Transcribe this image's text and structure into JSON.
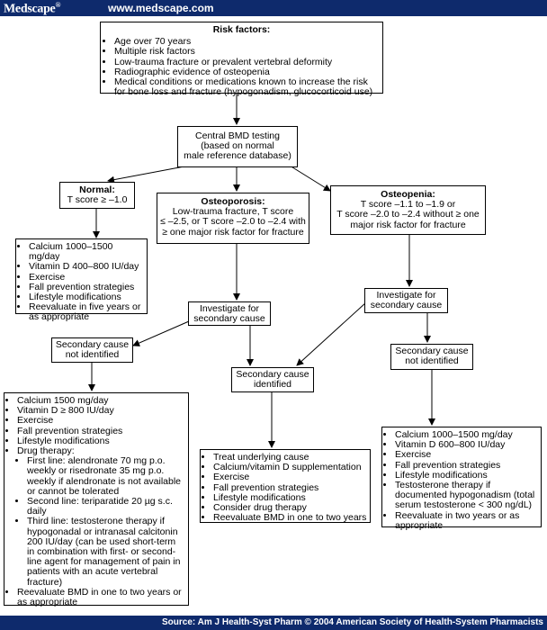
{
  "header": {
    "logo": "Medscape",
    "logo_mark": "®",
    "url": "www.medscape.com"
  },
  "footer": {
    "source": "Source: Am J Health-Syst Pharm © 2004 American Society of Health-System Pharmacists"
  },
  "risk": {
    "title": "Risk factors:",
    "items": [
      "Age over 70 years",
      "Multiple risk factors",
      "Low-trauma fracture or prevalent vertebral deformity",
      "Radiographic evidence of osteopenia",
      "Medical conditions or medications known to increase the risk for bone loss and fracture (hypogonadism, glucocorticoid use)"
    ]
  },
  "central": {
    "l1": "Central BMD testing",
    "l2": "(based on normal",
    "l3": "male reference database)"
  },
  "normal": {
    "title": "Normal:",
    "l1": "T score ≥ –1.0"
  },
  "osteoporosis": {
    "title": "Osteoporosis:",
    "l1": "Low-trauma fracture, T score",
    "l2": "≤ –2.5, or T score –2.0 to –2.4 with",
    "l3": "≥ one major risk factor for fracture"
  },
  "osteopenia": {
    "title": "Osteopenia:",
    "l1": "T score –1.1 to –1.9 or",
    "l2": "T score –2.0 to –2.4 without ≥ one",
    "l3": "major risk factor for fracture"
  },
  "normal_mgmt": {
    "items": [
      "Calcium 1000–1500 mg/day",
      "Vitamin D 400–800 IU/day",
      "Exercise",
      "Fall prevention strategies",
      "Lifestyle modifications",
      "Reevaluate in five years or as appropriate"
    ]
  },
  "investigate_mid": {
    "l1": "Investigate for",
    "l2": "secondary cause"
  },
  "investigate_right": {
    "l1": "Investigate for",
    "l2": "secondary cause"
  },
  "sec_not_left": {
    "l1": "Secondary cause",
    "l2": "not identified"
  },
  "sec_identified": {
    "l1": "Secondary cause",
    "l2": "identified"
  },
  "sec_not_right": {
    "l1": "Secondary cause",
    "l2": "not identified"
  },
  "left_mgmt": {
    "items": [
      "Calcium 1500 mg/day",
      "Vitamin D ≥ 800 IU/day",
      "Exercise",
      "Fall prevention strategies",
      "Lifestyle modifications",
      "Drug therapy:"
    ],
    "drug": [
      "First line: alendronate 70 mg p.o. weekly or risedronate 35 mg p.o. weekly if alendronate is not available or cannot be tolerated",
      "Second line: teriparatide 20 µg s.c. daily",
      "Third line: testosterone therapy if hypogonadal or intranasal calcitonin 200 IU/day (can be used short-term in combination with first- or second-line agent for management of pain in patients with an acute vertebral fracture)"
    ],
    "last": "Reevaluate BMD in one to two years or as appropriate"
  },
  "mid_mgmt": {
    "items": [
      "Treat underlying cause",
      "Calcium/vitamin D supplementation",
      "Exercise",
      "Fall prevention strategies",
      "Lifestyle modifications",
      "Consider drug therapy",
      "Reevaluate BMD in one to two years"
    ]
  },
  "right_mgmt": {
    "items": [
      "Calcium 1000–1500 mg/day",
      "Vitamin D 600–800 IU/day",
      "Exercise",
      "Fall prevention strategies",
      "Lifestyle modifications",
      "Testosterone therapy if documented hypogonadism (total serum testosterone < 300 ng/dL)",
      "Reevaluate in two years or as appropriate"
    ]
  }
}
